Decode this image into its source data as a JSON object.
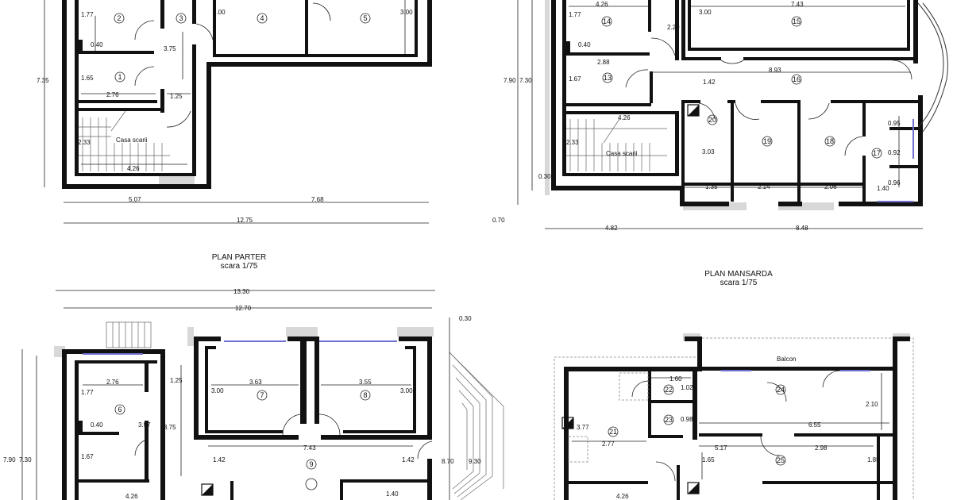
{
  "titles": {
    "parter": "PLAN PARTER",
    "parter_scale": "scara 1/75",
    "mansarda": "PLAN MANSARDA",
    "mansarda_scale": "scara 1/75"
  },
  "plan1": {
    "rooms": [
      "2",
      "3",
      "4",
      "5",
      "1"
    ],
    "dims": [
      "1.77",
      "0.40",
      "3.75",
      "1.65",
      "2.76",
      "1.25",
      "3.00",
      "3.00",
      "2.33",
      "4.26",
      "7.35",
      "5.07",
      "7.68",
      "12.75"
    ],
    "stair_label": "Casa scarii"
  },
  "plan2": {
    "rooms": [
      "14",
      "15",
      "13",
      "16",
      "20",
      "19",
      "18",
      "17"
    ],
    "dims": [
      "4.26",
      "7.43",
      "1.77",
      "2.20",
      "3.00",
      "0.40",
      "2.88",
      "8.93",
      "1.67",
      "1.42",
      "7.90",
      "7.30",
      "4.26",
      "0.95",
      "2.33",
      "3.03",
      "0.92",
      "0.30",
      "1.35",
      "2.14",
      "2.06",
      "1.40",
      "0.96",
      "0.70",
      "4.82",
      "8.48"
    ],
    "stair_label": "Casa scarii"
  },
  "plan3": {
    "rooms": [
      "7",
      "8",
      "6",
      "9"
    ],
    "dims": [
      "13.30",
      "12.70",
      "0.30",
      "2.76",
      "1.25",
      "3.00",
      "3.63",
      "3.55",
      "3.00",
      "1.77",
      "0.40",
      "3.97",
      "3.75",
      "7.43",
      "7.90",
      "7.30",
      "1.67",
      "1.42",
      "1.42",
      "8.70",
      "9.30",
      "4.26",
      "1.40"
    ]
  },
  "plan4": {
    "rooms": [
      "22",
      "24",
      "21",
      "23",
      "25"
    ],
    "dims": [
      "1.60",
      "1.02",
      "3.77",
      "0.98",
      "2.10",
      "2.77",
      "6.55",
      "5.17",
      "2.98",
      "1.65",
      "1.85",
      "4.26"
    ],
    "balcony_label": "Balcon"
  }
}
